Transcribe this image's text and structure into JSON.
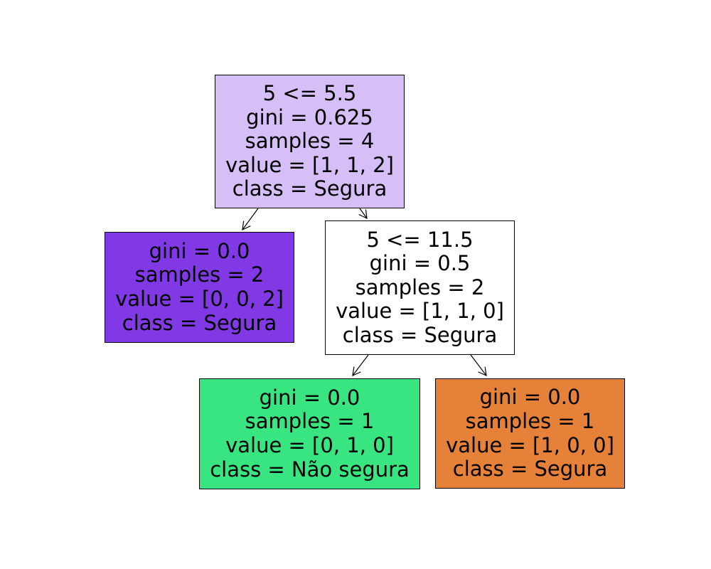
{
  "tree": {
    "nodes": {
      "root": {
        "condition": "5 <= 5.5",
        "gini": "gini = 0.625",
        "samples": "samples = 4",
        "value": "value = [1, 1, 2]",
        "class": "class = Segura",
        "fill": "#d5bff6"
      },
      "left": {
        "gini": "gini = 0.0",
        "samples": "samples = 2",
        "value": "value = [0, 0, 2]",
        "class": "class = Segura",
        "fill": "#8139e5"
      },
      "split2": {
        "condition": "5 <= 11.5",
        "gini": "gini = 0.5",
        "samples": "samples = 2",
        "value": "value = [1, 1, 0]",
        "class": "class = Segura",
        "fill": "#ffffff"
      },
      "leaf_mid": {
        "gini": "gini = 0.0",
        "samples": "samples = 1",
        "value": "value = [0, 1, 0]",
        "class": "class = Não segura",
        "fill": "#39e581"
      },
      "leaf_right": {
        "gini": "gini = 0.0",
        "samples": "samples = 1",
        "value": "value = [1, 0, 0]",
        "class": "class = Segura",
        "fill": "#e58139"
      }
    }
  }
}
